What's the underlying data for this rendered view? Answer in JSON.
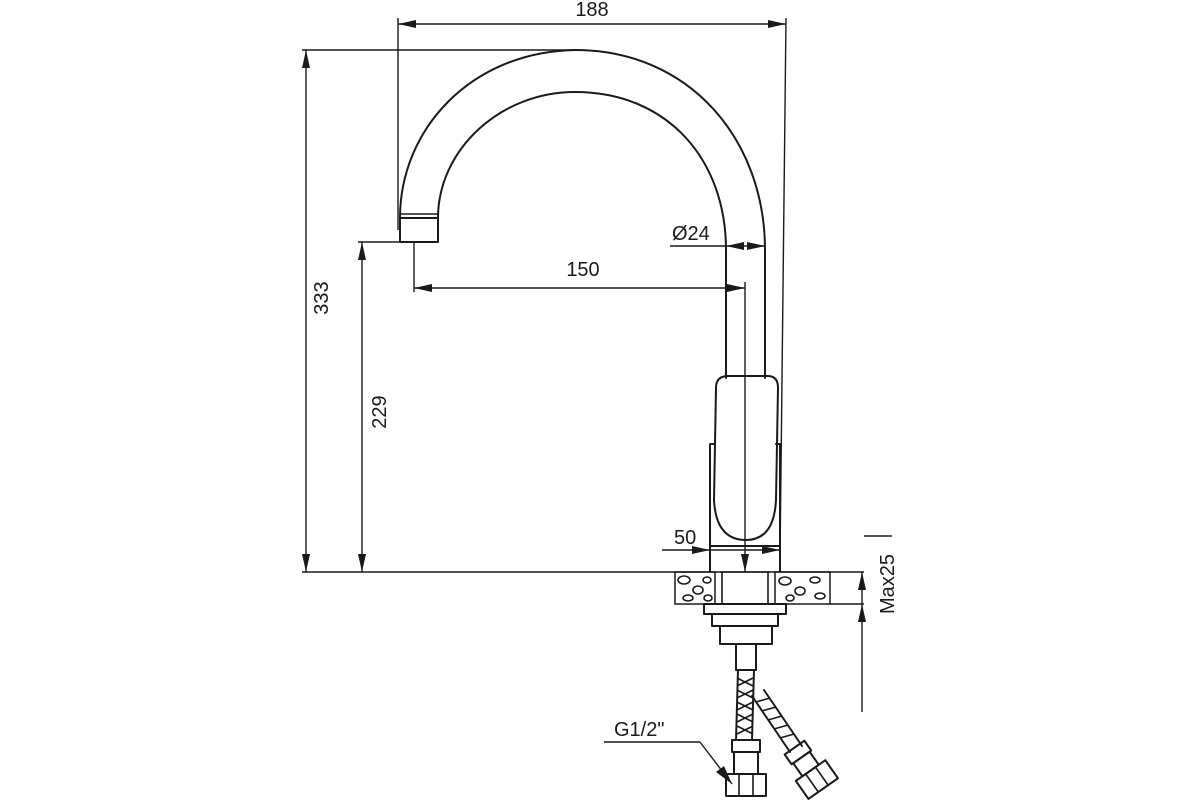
{
  "drawing": {
    "colors": {
      "line": "#1a1a1a",
      "background": "#ffffff"
    },
    "dimensions": {
      "total_width": "188",
      "total_height": "333",
      "spout_height": "229",
      "spout_reach": "150",
      "tube_diameter": "Ø24",
      "base_diameter": "50",
      "max_counter_thickness": "Max25",
      "thread": "G1/2\""
    }
  }
}
